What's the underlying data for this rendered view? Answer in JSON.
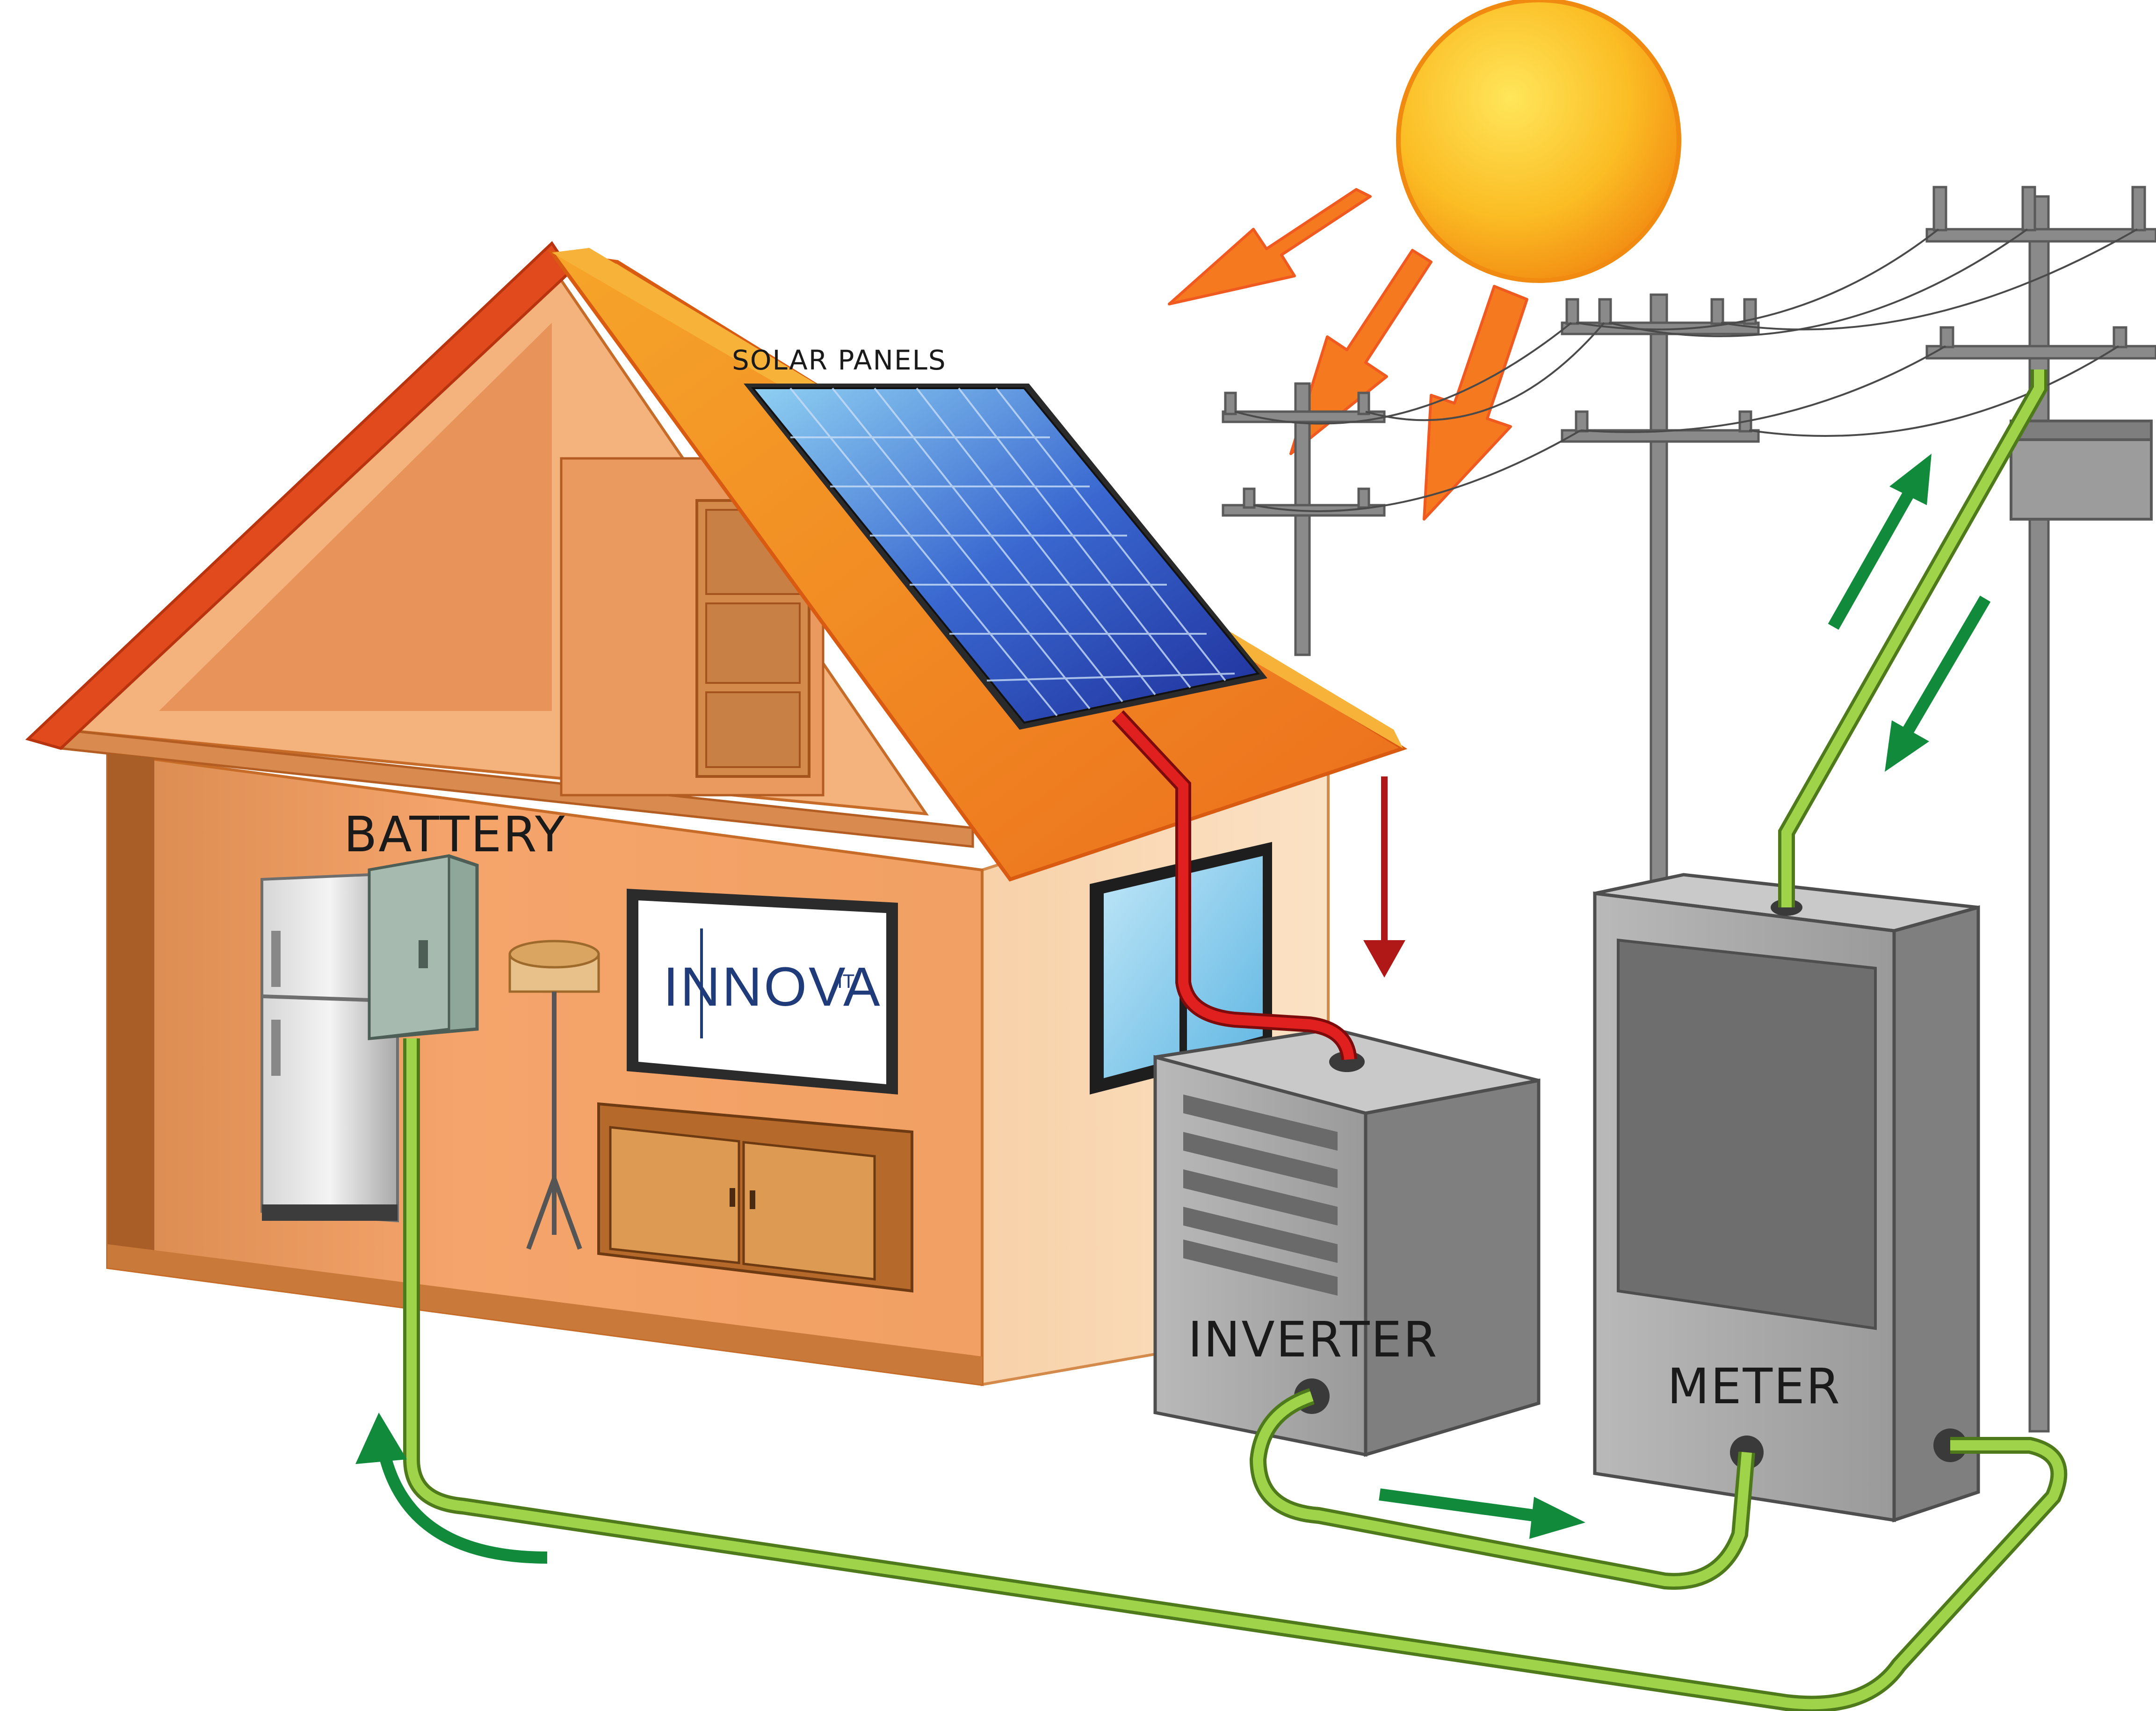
{
  "labels": {
    "solar_panels": "SOLAR PANELS",
    "battery": "BATTERY",
    "inverter": "INVERTER",
    "meter": "METER"
  },
  "tv_logo": {
    "brand": "INNOVA",
    "superscript": "IT"
  },
  "colors": {
    "sun": "#f7a61b",
    "sun_ray_arrow": "#f25a1f",
    "dc_cable": "#d7191c",
    "ac_cable": "#8cbf3f",
    "flow_arrow": "#128a3c",
    "dc_flow_arrow": "#b01818",
    "roof": "#ee7d1e",
    "wall": "#f2a36a",
    "panel": "#2e4fb8",
    "box_gray": "#a6a6a6"
  },
  "icons": [
    "sun-icon",
    "power-pole-icon",
    "refrigerator-icon",
    "floor-lamp-icon",
    "tv-icon",
    "cabinet-icon",
    "window-icon",
    "transformer-icon"
  ]
}
